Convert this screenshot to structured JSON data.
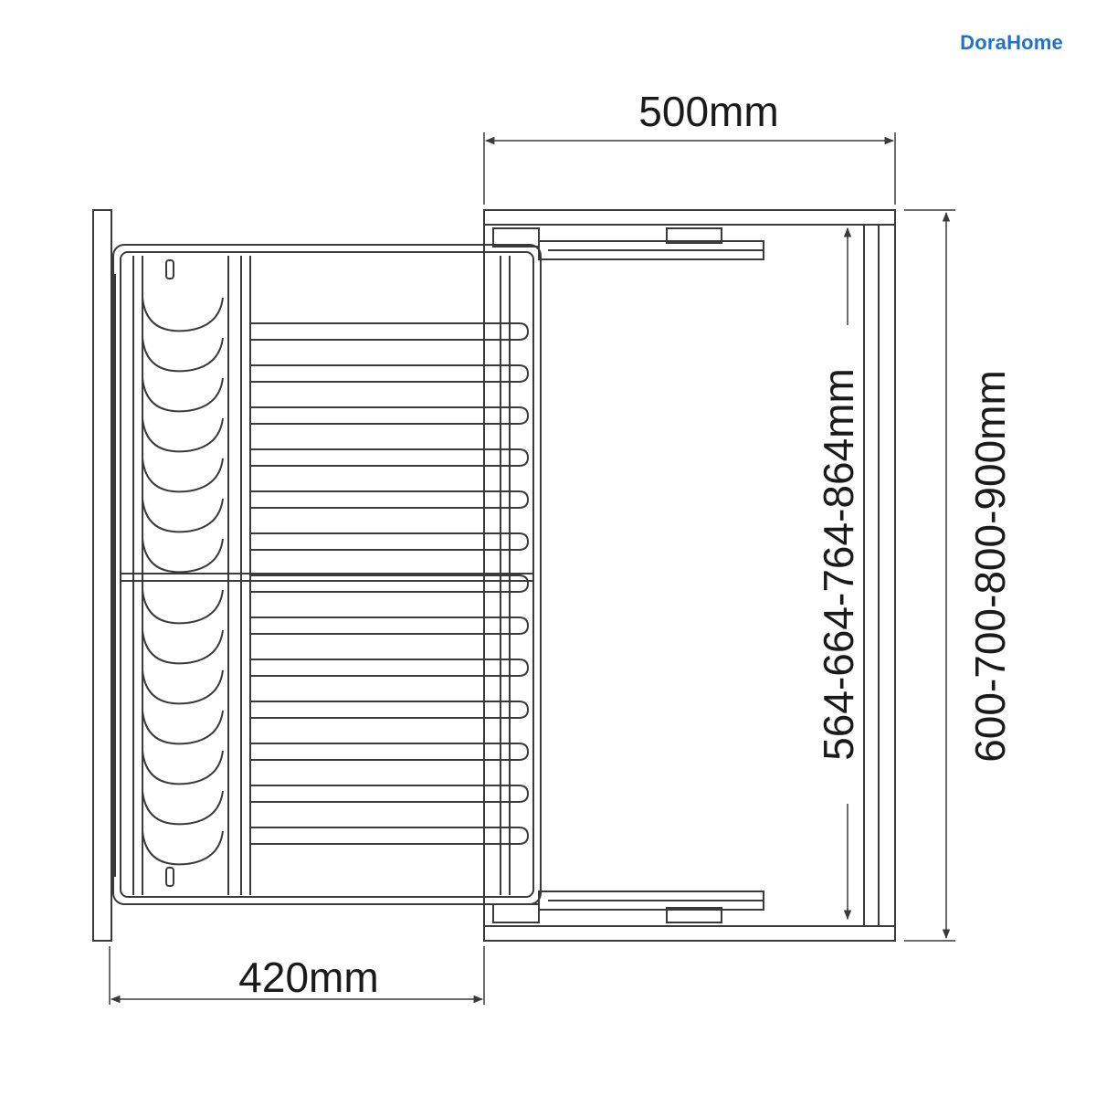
{
  "brand": {
    "name": "DoraHome",
    "color": "#1f73c9"
  },
  "dimensions": {
    "top_width": "500mm",
    "bottom_width": "420mm",
    "inner_height": "564-664-764-864mm",
    "outer_height": "600-700-800-900mm"
  },
  "colors": {
    "line": "#3a3a3a",
    "text": "#1a1a1a",
    "background": "#ffffff"
  }
}
